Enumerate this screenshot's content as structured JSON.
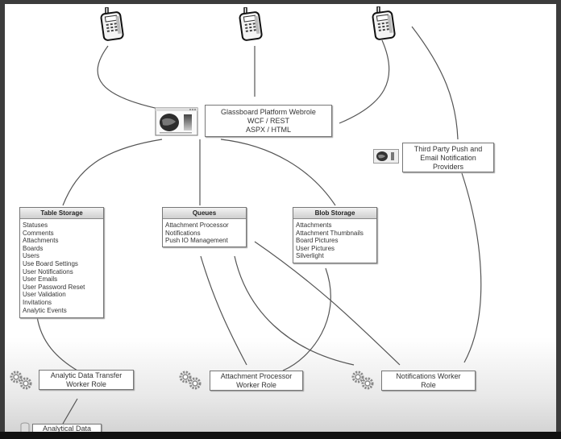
{
  "diagram": {
    "title": "Glassboard Architecture",
    "colors": {
      "line": "#555555",
      "box_border": "#777777",
      "header_fill": "#d8d8d8",
      "frame": "#3c3c3c"
    },
    "clients": [
      {
        "icon": "mobile-phone-icon"
      },
      {
        "icon": "mobile-phone-icon"
      },
      {
        "icon": "mobile-phone-icon"
      }
    ],
    "webrole": {
      "icon": "web-browser-icon",
      "lines": [
        "Glassboard Platform Webrole",
        "WCF / REST",
        "ASPX / HTML"
      ]
    },
    "third_party": {
      "icon": "web-browser-icon",
      "lines": [
        "Third Party Push and",
        "Email Notification",
        "Providers"
      ]
    },
    "table_storage": {
      "title": "Table Storage",
      "items": [
        "Statuses",
        "Comments",
        "Attachments",
        "Boards",
        "Users",
        "Use Board Settings",
        "User Notifications",
        "User Emails",
        "User Password Reset",
        "User Validation",
        "Invitations",
        "Analytic Events"
      ]
    },
    "queues": {
      "title": "Queues",
      "items": [
        "Attachment Processor",
        "Notifications",
        "Push IO Management"
      ]
    },
    "blob_storage": {
      "title": "Blob Storage",
      "items": [
        "Attachments",
        "Attachment Thumbnails",
        "Board Pictures",
        "User Pictures",
        "Silverlight"
      ]
    },
    "workers": [
      {
        "icon": "gears-icon",
        "lines": [
          "Analytic Data Transfer",
          "Worker Role"
        ]
      },
      {
        "icon": "gears-icon",
        "lines": [
          "Attachment Processor",
          "Worker Role"
        ]
      },
      {
        "icon": "gears-icon",
        "lines": [
          "Notifications Worker",
          "Role"
        ]
      }
    ],
    "analytical_data": {
      "icon": "database-icon",
      "label": "Analytical Data"
    }
  }
}
